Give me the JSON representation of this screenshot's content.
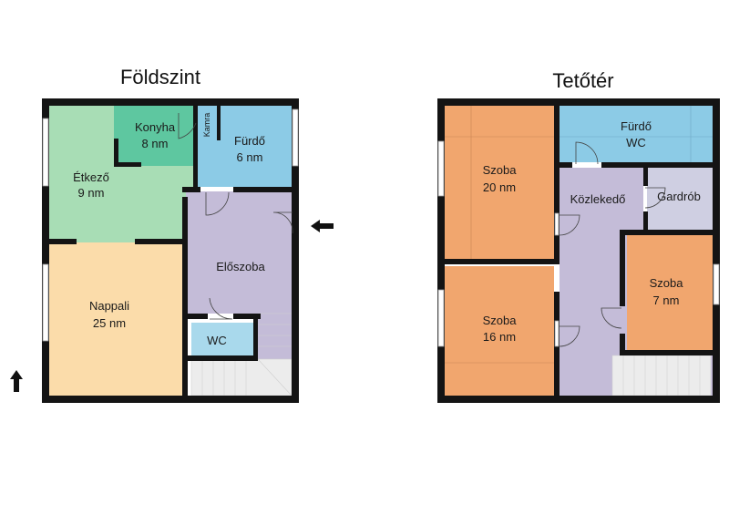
{
  "floors": {
    "ground": {
      "title": "Földszint",
      "rooms": {
        "kitchen": {
          "name": "Konyha",
          "area": "8 nm"
        },
        "pantry": {
          "name": "Kamra"
        },
        "bath": {
          "name": "Fürdő",
          "area": "6 nm"
        },
        "dining": {
          "name": "Étkező",
          "area": "9 nm"
        },
        "hall": {
          "name": "Előszoba"
        },
        "living": {
          "name": "Nappali",
          "area": "25 nm"
        },
        "wc": {
          "name": "WC"
        }
      }
    },
    "attic": {
      "title": "Tetőtér",
      "rooms": {
        "bath": {
          "name": "Fürdő",
          "sub": "WC"
        },
        "room1": {
          "name": "Szoba",
          "area": "20 nm"
        },
        "corridor": {
          "name": "Közlekedő"
        },
        "wardrobe": {
          "name": "Gardrób"
        },
        "room2": {
          "name": "Szoba",
          "area": "7 nm"
        },
        "room3": {
          "name": "Szoba",
          "area": "16 nm"
        }
      }
    }
  },
  "colors": {
    "living_room": "#fbdcaa",
    "dining": "#a8ddb5",
    "kitchen": "#5ec7a0",
    "bath": "#8ccbe6",
    "hall": "#c4bcd8",
    "bedroom": "#f1a66e",
    "wardrobe": "#cfcfe2",
    "pantry": "#e5c8d6"
  },
  "icons": {
    "entrance_arrow": "arrow-left-icon",
    "north_arrow": "arrow-up-icon"
  }
}
